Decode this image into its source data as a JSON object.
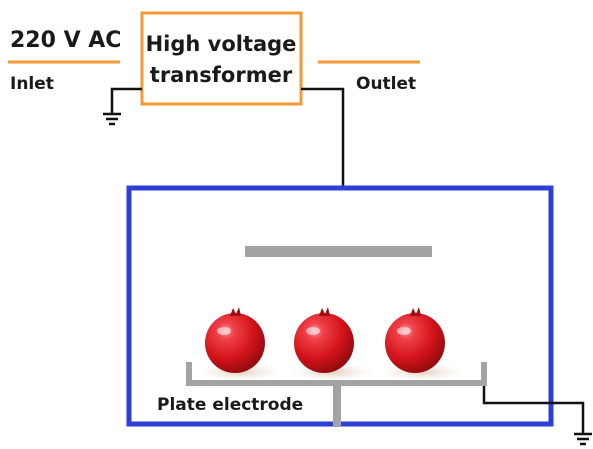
{
  "supply": {
    "voltage_label": "220 V AC",
    "inlet_label": "Inlet",
    "outlet_label": "Outlet"
  },
  "transformer": {
    "line1": "High voltage",
    "line2": "transformer"
  },
  "chamber": {
    "plate_electrode_label": "Plate electrode",
    "fruit_count": 3
  },
  "colors": {
    "orange": "#F39A34",
    "chamber_blue": "#2F3FD6",
    "electrode_gray": "#A3A3A3",
    "wire": "#111111",
    "fruit_red": "#D4141A"
  }
}
